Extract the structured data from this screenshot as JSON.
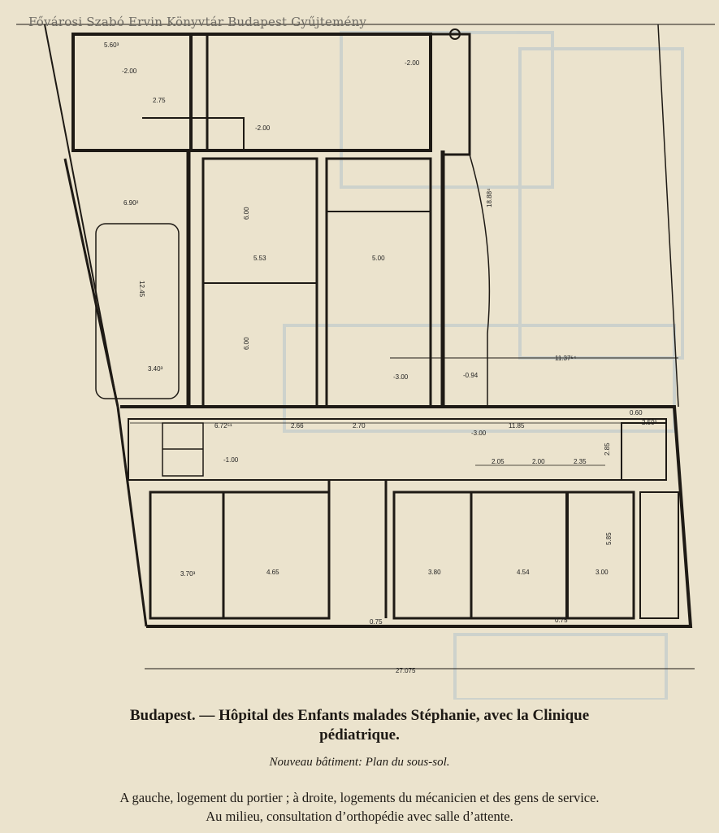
{
  "watermark": "Fővárosi Szabó Ervin Könyvtár Budapest Gyűjtemény",
  "caption": {
    "title_line1": "Budapest. — Hôpital des Enfants malades Stéphanie, avec la Clinique",
    "title_line2": "pédiatrique.",
    "subtitle": "Nouveau bâtiment: Plan du sous-sol.",
    "description_line1": "A gauche, logement du portier ; à droite, logements du mécanicien et des gens de service.",
    "description_line2": "Au milieu, consultation d’orthopédie avec salle d’attente."
  },
  "dimensions": {
    "d1": "5.60³",
    "d2": "-2.00",
    "d3": "2.75",
    "d4": "-2.00",
    "d5": "-2.00",
    "d6": "6.90²",
    "d7": "12.45",
    "d8": "3.40³",
    "d9": "5.53",
    "d10": "5.00",
    "d11": "-3.00",
    "d12": "-0.94",
    "d13": "11.37⁵⁴",
    "d14": "6.72⁵¹",
    "d15": "2.66",
    "d16": "2.70",
    "d17": "11.85",
    "d18": "2.05",
    "d19": "2.00",
    "d20": "2.35",
    "d21": "3.70³",
    "d22": "4.65",
    "d23": "3.80",
    "d24": "4.54",
    "d25": "3.00",
    "d26": "27.075",
    "d27": "18.88⁴",
    "d28": "0.75",
    "d29": "0.75",
    "d30": "2.85",
    "d31": "-3.00",
    "d32": "0.60",
    "d33": "2.50³",
    "d34": "5.85",
    "d35": "6.00",
    "d36": "6.00",
    "d37": "-1.00"
  },
  "colors": {
    "paper": "#ebe3cd",
    "ink": "#1e1a15",
    "ghost": "#b9c6cc"
  }
}
